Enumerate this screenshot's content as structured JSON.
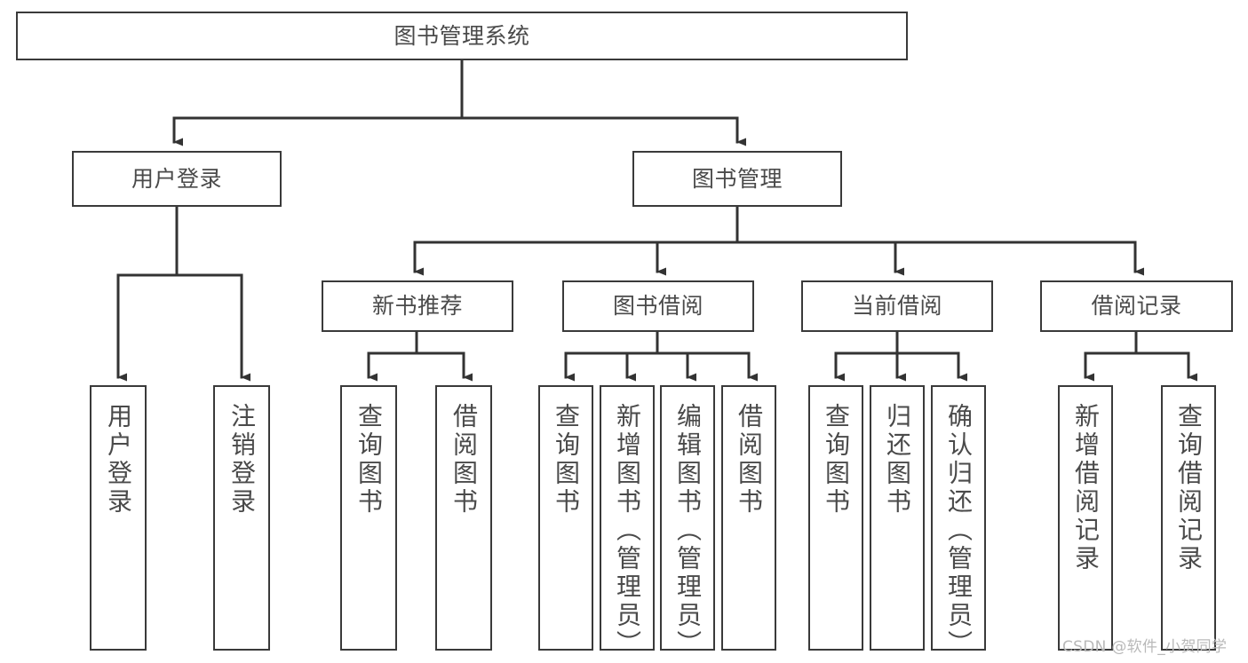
{
  "diagram": {
    "type": "hierarchy-tree",
    "title": "图书管理系统",
    "root": {
      "label": "图书管理系统"
    },
    "level2": [
      {
        "label": "用户登录"
      },
      {
        "label": "图书管理"
      }
    ],
    "level3": [
      {
        "label": "新书推荐"
      },
      {
        "label": "图书借阅"
      },
      {
        "label": "当前借阅"
      },
      {
        "label": "借阅记录"
      }
    ],
    "leaves": {
      "user_login": [
        {
          "label": "用户登录"
        },
        {
          "label": "注销登录"
        }
      ],
      "new_book_recommend": [
        {
          "label": "查询图书"
        },
        {
          "label": "借阅图书"
        }
      ],
      "book_borrow": [
        {
          "label": "查询图书"
        },
        {
          "label": "新增图书（管理员）"
        },
        {
          "label": "编辑图书（管理员）"
        },
        {
          "label": "借阅图书"
        }
      ],
      "current_borrow": [
        {
          "label": "查询图书"
        },
        {
          "label": "归还图书"
        },
        {
          "label": "确认归还（管理员）"
        }
      ],
      "borrow_record": [
        {
          "label": "新增借阅记录"
        },
        {
          "label": "查询借阅记录"
        }
      ]
    }
  },
  "watermark": {
    "text": "CSDN @软件_小贺同学"
  },
  "colors": {
    "border": "#3a3a3a",
    "text": "#4a4a4a",
    "background": "#ffffff",
    "watermark": "#b9b9b9"
  }
}
